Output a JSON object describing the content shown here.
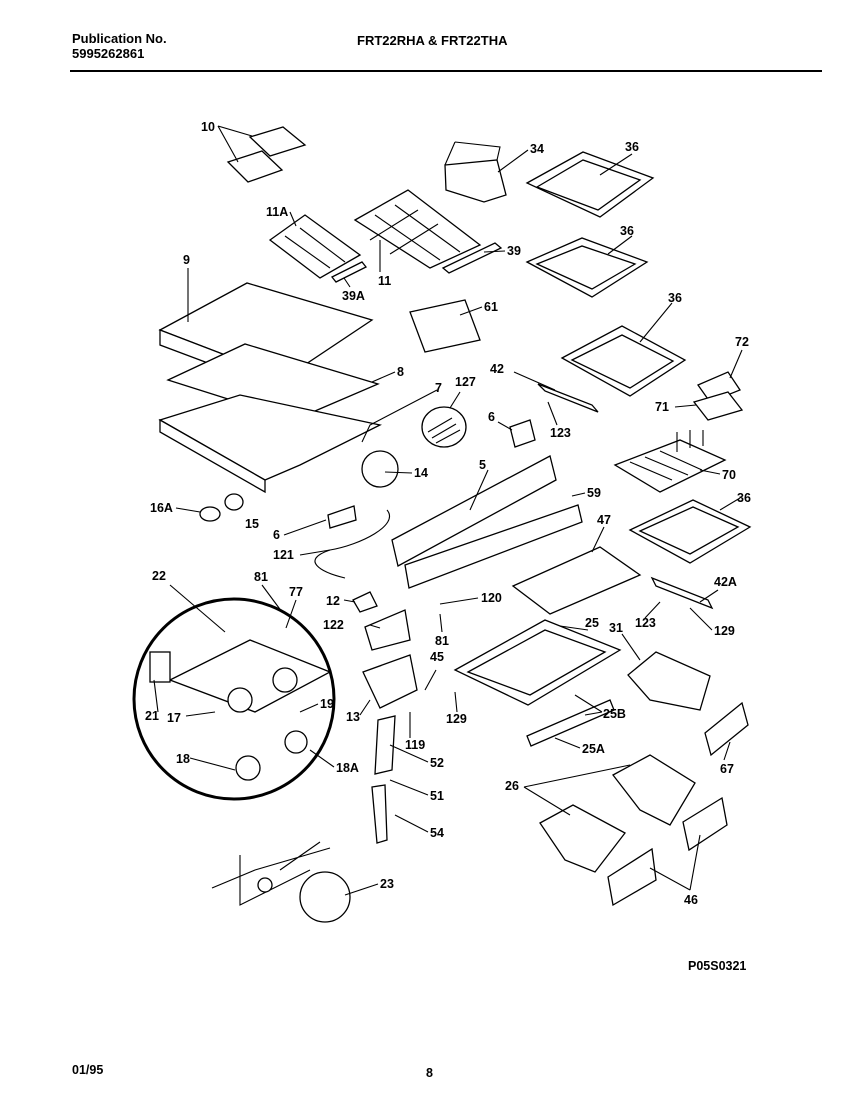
{
  "header": {
    "publication_label": "Publication No.",
    "publication_number": "5995262861",
    "models": "FRT22RHA & FRT22THA"
  },
  "diagram": {
    "callouts": [
      "10",
      "34",
      "36",
      "11A",
      "11",
      "39",
      "36",
      "39A",
      "9",
      "61",
      "36",
      "72",
      "42",
      "71",
      "8",
      "7",
      "127",
      "6",
      "123",
      "70",
      "5",
      "14",
      "59",
      "16A",
      "15",
      "36",
      "6",
      "47",
      "121",
      "22",
      "81",
      "77",
      "42A",
      "12",
      "120",
      "123",
      "129",
      "122",
      "81",
      "25",
      "31",
      "45",
      "21",
      "17",
      "19",
      "13",
      "129",
      "25B",
      "119",
      "25A",
      "67",
      "18",
      "52",
      "18A",
      "26",
      "51",
      "54",
      "46",
      "23"
    ],
    "code": "P05S0321"
  },
  "footer": {
    "date": "01/95",
    "page": "8"
  }
}
